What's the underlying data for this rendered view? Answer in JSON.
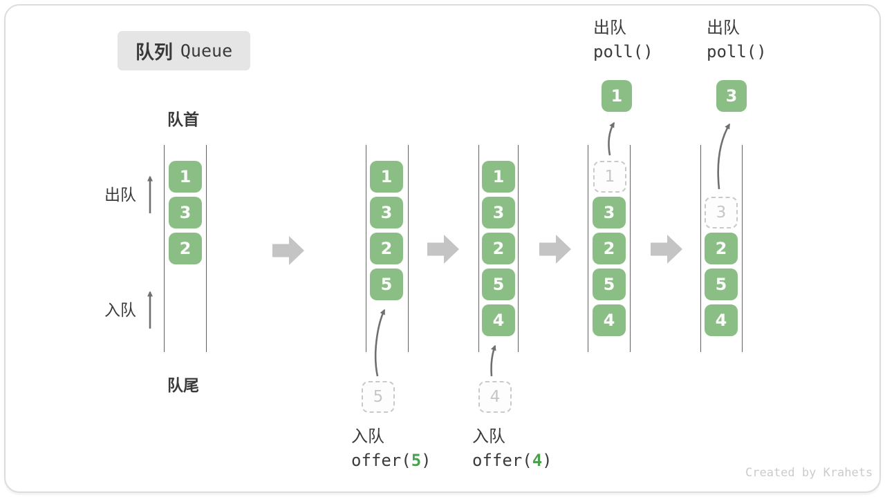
{
  "title": {
    "zh": "队列",
    "en": "Queue"
  },
  "side_labels": {
    "front": "队首",
    "rear": "队尾",
    "dequeue": "出队",
    "enqueue": "入队"
  },
  "watermark": "Created by Krahets",
  "colors": {
    "box_green": "#8ABE85",
    "arg_green": "#4CA050",
    "flow_arrow_gray": "#C4C4C4",
    "thin_arrow_gray": "#6F6F6F",
    "title_bg": "#E5E5E5",
    "text_dark": "#3A3A3A",
    "dashed_gray": "#C9C9C9"
  },
  "states": [
    {
      "items": [
        "1",
        "3",
        "2"
      ]
    },
    {
      "items": [
        "1",
        "3",
        "2",
        "5"
      ],
      "pending": "5",
      "op": {
        "zh": "入队",
        "pre": "offer(",
        "arg": "5",
        "post": ")"
      }
    },
    {
      "items": [
        "1",
        "3",
        "2",
        "5",
        "4"
      ],
      "pending": "4",
      "op": {
        "zh": "入队",
        "pre": "offer(",
        "arg": "4",
        "post": ")"
      }
    },
    {
      "items": [
        "3",
        "2",
        "5",
        "4"
      ],
      "removed": "1",
      "popped": "1",
      "op": {
        "zh": "出队",
        "code": "poll()"
      }
    },
    {
      "items": [
        "2",
        "5",
        "4"
      ],
      "removed": "3",
      "popped": "3",
      "op": {
        "zh": "出队",
        "code": "poll()"
      }
    }
  ]
}
